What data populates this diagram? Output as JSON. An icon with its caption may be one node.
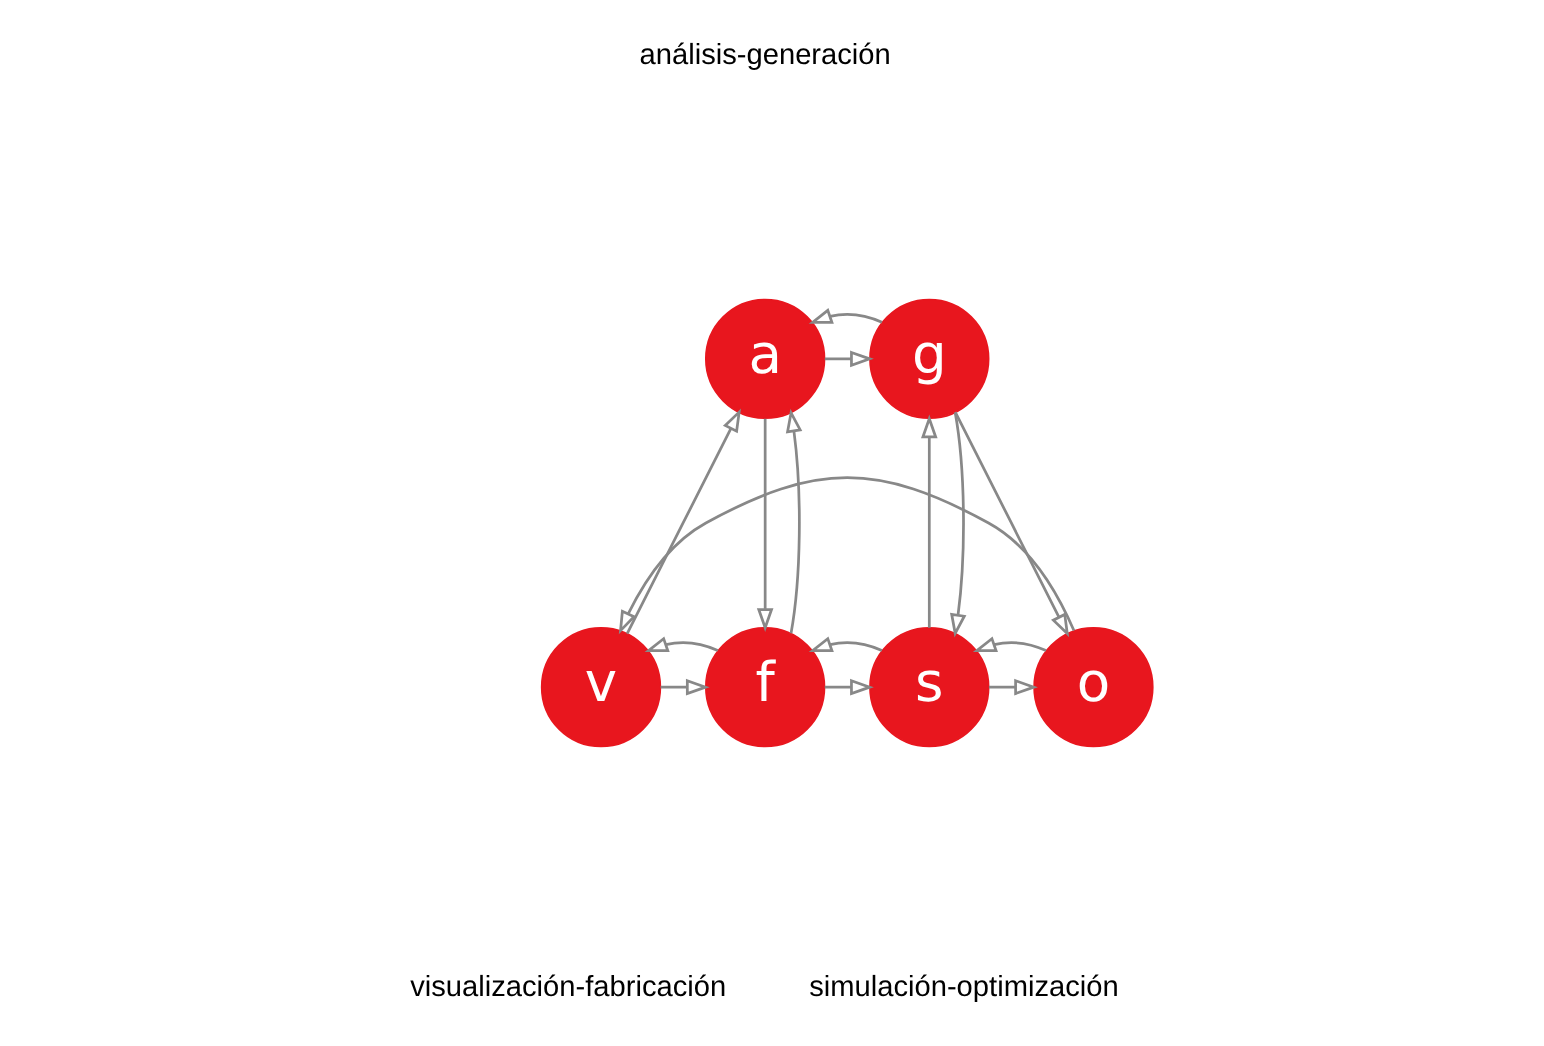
{
  "diagram": {
    "nodes": [
      {
        "text": [
          "a"
        ]
      },
      {
        "text": [
          "g"
        ]
      },
      {
        "text": [
          "v"
        ]
      },
      {
        "text": [
          "f"
        ]
      },
      {
        "text": [
          "s"
        ]
      },
      {
        "text": [
          "o"
        ]
      }
    ],
    "edges": [
      {
        "from": 0,
        "to": 1,
        "arrow": "to"
      },
      {
        "from": 1,
        "to": 0,
        "arrow": "to"
      },
      {
        "from": 2,
        "to": 3,
        "arrow": "to"
      },
      {
        "from": 3,
        "to": 2,
        "arrow": "to"
      },
      {
        "from": 4,
        "to": 5,
        "arrow": "to"
      },
      {
        "from": 5,
        "to": 4,
        "arrow": "to"
      },
      {
        "from": 2,
        "to": 0,
        "arrow": "to"
      },
      {
        "from": 1,
        "to": 5,
        "arrow": "to"
      },
      {
        "from": 5,
        "to": 2,
        "arrow": "to"
      },
      {
        "from": 0,
        "to": 3,
        "arrow": "to"
      },
      {
        "from": 3,
        "to": 0,
        "arrow": "to"
      },
      {
        "from": 4,
        "to": 1,
        "arrow": "to"
      },
      {
        "from": 1,
        "to": 4,
        "arrow": "to"
      },
      {
        "from": 3,
        "to": 4,
        "arrow": "to"
      },
      {
        "from": 4,
        "to": 3,
        "arrow": "to"
      }
    ],
    "labels": [
      "análisis-generación",
      "visualización-fabricación",
      "simulación-optimización"
    ]
  }
}
